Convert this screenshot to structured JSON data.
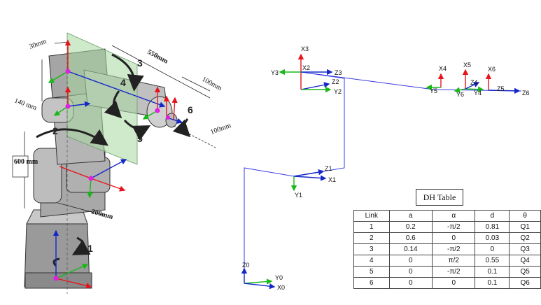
{
  "robot": {
    "dims": [
      "30mm",
      "550mm",
      "100mm",
      "140 mm",
      "600 mm",
      "200mm",
      "100mm"
    ],
    "joint_numbers": [
      "1",
      "2",
      "3",
      "4",
      "5",
      "6"
    ]
  },
  "frames": {
    "base": [
      "Z0",
      "Y0",
      "X0"
    ],
    "f1": [
      "Z1",
      "X1",
      "Y1"
    ],
    "f2": [
      "Z2",
      "Y2"
    ],
    "f3": [
      "X3",
      "Y3",
      "X2",
      "Z3"
    ],
    "f456": [
      "X4",
      "X5",
      "X6",
      "Z4",
      "Y5",
      "Y6",
      "Y4",
      "Z5",
      "Z6"
    ]
  },
  "dh_table": {
    "title": "DH Table",
    "headers": [
      "Link",
      "a",
      "α",
      "d",
      "θ"
    ],
    "rows": [
      [
        "1",
        "0.2",
        "-π/2",
        "0.81",
        "Q1"
      ],
      [
        "2",
        "0.6",
        "0",
        "0.03",
        "Q2"
      ],
      [
        "3",
        "0.14",
        "-π/2",
        "0",
        "Q3"
      ],
      [
        "4",
        "0",
        "π/2",
        "0.55",
        "Q4"
      ],
      [
        "5",
        "0",
        "-π/2",
        "0.1",
        "Q5"
      ],
      [
        "6",
        "0",
        "0",
        "0.1",
        "Q6"
      ]
    ]
  },
  "colors": {
    "x_axis": "#e8141c",
    "y_axis": "#18b818",
    "z_axis": "#1428c8",
    "link": "#3a3ae0",
    "joint": "#e020e0"
  }
}
